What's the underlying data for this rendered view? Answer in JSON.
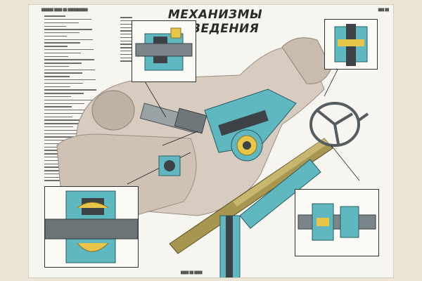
{
  "poster": {
    "title": "МЕХАНИЗМЫ НАВЕДЕНИЯ",
    "legend_left_rows": 50,
    "legend_right_rows": 14
  },
  "colors": {
    "background": "#ece5d6",
    "paper": "#f7f5ef",
    "cast_body": "#d8cbbf",
    "cyan_section": "#5fb7c0",
    "dark_steel": "#3d4246",
    "yellow_bushing": "#e8c64a",
    "olive_shaft": "#a7964f",
    "leader_lines": "#222222"
  }
}
